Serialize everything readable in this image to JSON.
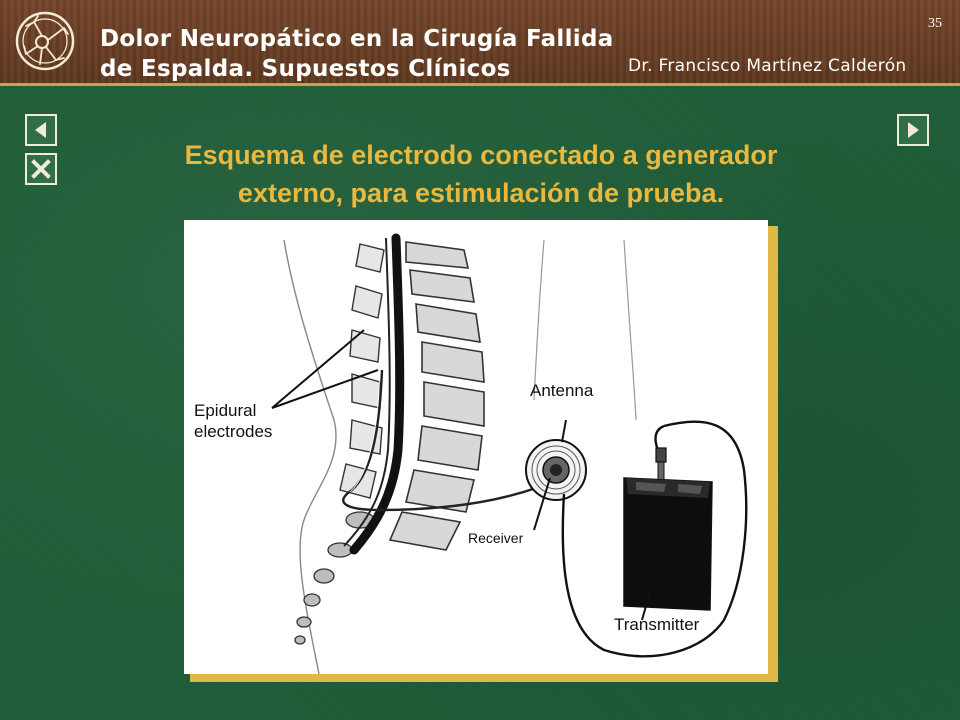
{
  "header": {
    "title_line1": "Dolor Neuropático en la Cirugía Fallida",
    "title_line2": "de Espalda. Supuestos Clínicos",
    "author": "Dr. Francisco Martínez Calderón",
    "page_number": "35",
    "logo_icon": "neuron-logo-icon"
  },
  "nav": {
    "prev_icon": "triangle-left-icon",
    "close_icon": "close-x-icon",
    "next_icon": "triangle-right-icon"
  },
  "slide": {
    "title_line1": "Esquema de electrodo conectado a generador",
    "title_line2": "externo, para estimulación de prueba."
  },
  "figure": {
    "labels": {
      "epidural_electrodes": "Epidural\nelectrodes",
      "antenna": "Antenna",
      "receiver": "Receiver",
      "transmitter": "Transmitter"
    }
  },
  "colors": {
    "background": "#1f5c38",
    "header": "#6a3e22",
    "title": "#e9b83e",
    "figure_frame": "#e0b845"
  }
}
